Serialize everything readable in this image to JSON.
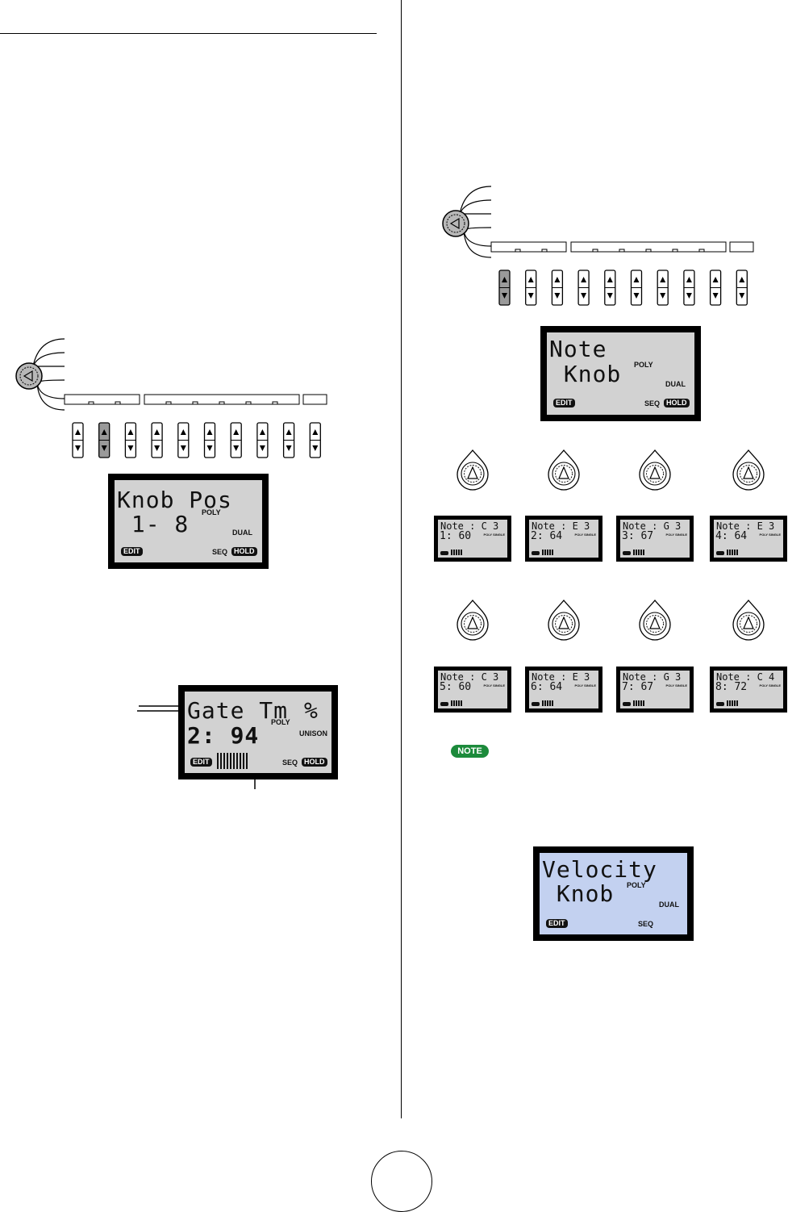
{
  "top_left_divider": true,
  "left_panel": {
    "display": {
      "line1": "Knob Pos",
      "line2": " 1- 8",
      "mode": "POLY",
      "voice": "DUAL",
      "edit_tag": "EDIT",
      "seq": "SEQ",
      "hold_tag": "HOLD"
    },
    "selected_switch": 2
  },
  "gate_display": {
    "line1": "Gate Tm",
    "unit": "%",
    "line2": "2: 94",
    "mode": "POLY",
    "voice": "UNISON",
    "edit_tag": "EDIT",
    "seq": "SEQ",
    "hold_tag": "HOLD",
    "level": 0.9
  },
  "right_panel": {
    "display": {
      "line1": "Note",
      "line2": " Knob",
      "mode": "POLY",
      "voice": "DUAL",
      "edit_tag": "EDIT",
      "seq": "SEQ",
      "hold_tag": "HOLD"
    },
    "selected_switch": 1
  },
  "steps": [
    {
      "line1": "Note : C 3",
      "line2": "1: 60",
      "mode": "POLY SINGLE"
    },
    {
      "line1": "Note : E 3",
      "line2": "2: 64",
      "mode": "POLY SINGLE"
    },
    {
      "line1": "Note : G 3",
      "line2": "3: 67",
      "mode": "POLY SINGLE"
    },
    {
      "line1": "Note : E 3",
      "line2": "4: 64",
      "mode": "POLY SINGLE"
    },
    {
      "line1": "Note : C 3",
      "line2": "5: 60",
      "mode": "POLY SINGLE"
    },
    {
      "line1": "Note : E 3",
      "line2": "6: 64",
      "mode": "POLY SINGLE"
    },
    {
      "line1": "Note : G 3",
      "line2": "7: 67",
      "mode": "POLY SINGLE"
    },
    {
      "line1": "Note : C 4",
      "line2": "8: 72",
      "mode": "POLY SINGLE"
    }
  ],
  "note_badge": "NOTE",
  "velocity_display": {
    "line1": "Velocity",
    "line2": " Knob",
    "mode": "POLY",
    "voice": "DUAL",
    "edit_tag": "EDIT",
    "seq": "SEQ"
  }
}
